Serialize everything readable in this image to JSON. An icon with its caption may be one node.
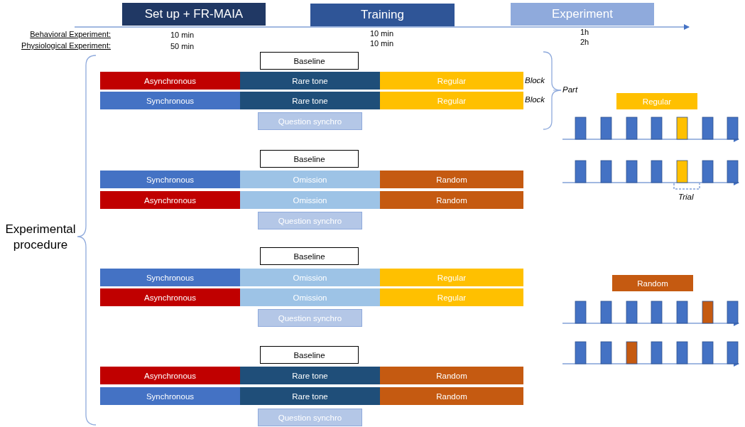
{
  "diagram": {
    "nodes": [
      {
        "text": [
          "Set up + FR-MAIA"
        ]
      },
      {
        "text": [
          "Training"
        ]
      },
      {
        "text": [
          "Experiment"
        ]
      },
      {
        "text": [
          "Baseline"
        ]
      },
      {
        "text": [
          "Asynchronous"
        ]
      },
      {
        "text": [
          "Rare tone"
        ]
      },
      {
        "text": [
          "Regular"
        ]
      },
      {
        "text": [
          "Synchronous"
        ]
      },
      {
        "text": [
          "Rare tone"
        ]
      },
      {
        "text": [
          "Regular"
        ]
      },
      {
        "text": [
          "Question synchro"
        ]
      },
      {
        "text": [
          "Regular"
        ]
      },
      {
        "text": [
          "Baseline"
        ]
      },
      {
        "text": [
          "Synchronous"
        ]
      },
      {
        "text": [
          "Omission"
        ]
      },
      {
        "text": [
          "Random"
        ]
      },
      {
        "text": [
          "Asynchronous"
        ]
      },
      {
        "text": [
          "Omission"
        ]
      },
      {
        "text": [
          "Random"
        ]
      },
      {
        "text": [
          "Question synchro"
        ]
      },
      {
        "text": [
          "Baseline"
        ]
      },
      {
        "text": [
          "Synchronous"
        ]
      },
      {
        "text": [
          "Omission"
        ]
      },
      {
        "text": [
          "Regular"
        ]
      },
      {
        "text": [
          "Asynchronous"
        ]
      },
      {
        "text": [
          "Omission"
        ]
      },
      {
        "text": [
          "Regular"
        ]
      },
      {
        "text": [
          "Question synchro"
        ]
      },
      {
        "text": [
          "Random"
        ]
      },
      {
        "text": [
          "Baseline"
        ]
      },
      {
        "text": [
          "Asynchronous"
        ]
      },
      {
        "text": [
          "Rare tone"
        ]
      },
      {
        "text": [
          "Random"
        ]
      },
      {
        "text": [
          "Synchronous"
        ]
      },
      {
        "text": [
          "Rare tone"
        ]
      },
      {
        "text": [
          "Random"
        ]
      },
      {
        "text": [
          "Question synchro"
        ]
      }
    ],
    "edges": [],
    "labels": [
      "Behavioral Experiment:",
      "10 min",
      "10 min",
      "1h",
      "Physiological Experiment:",
      "50 min",
      "10 min",
      "2h",
      "Block",
      "Part",
      "Block",
      "Trial",
      "Experimental procedure"
    ]
  }
}
